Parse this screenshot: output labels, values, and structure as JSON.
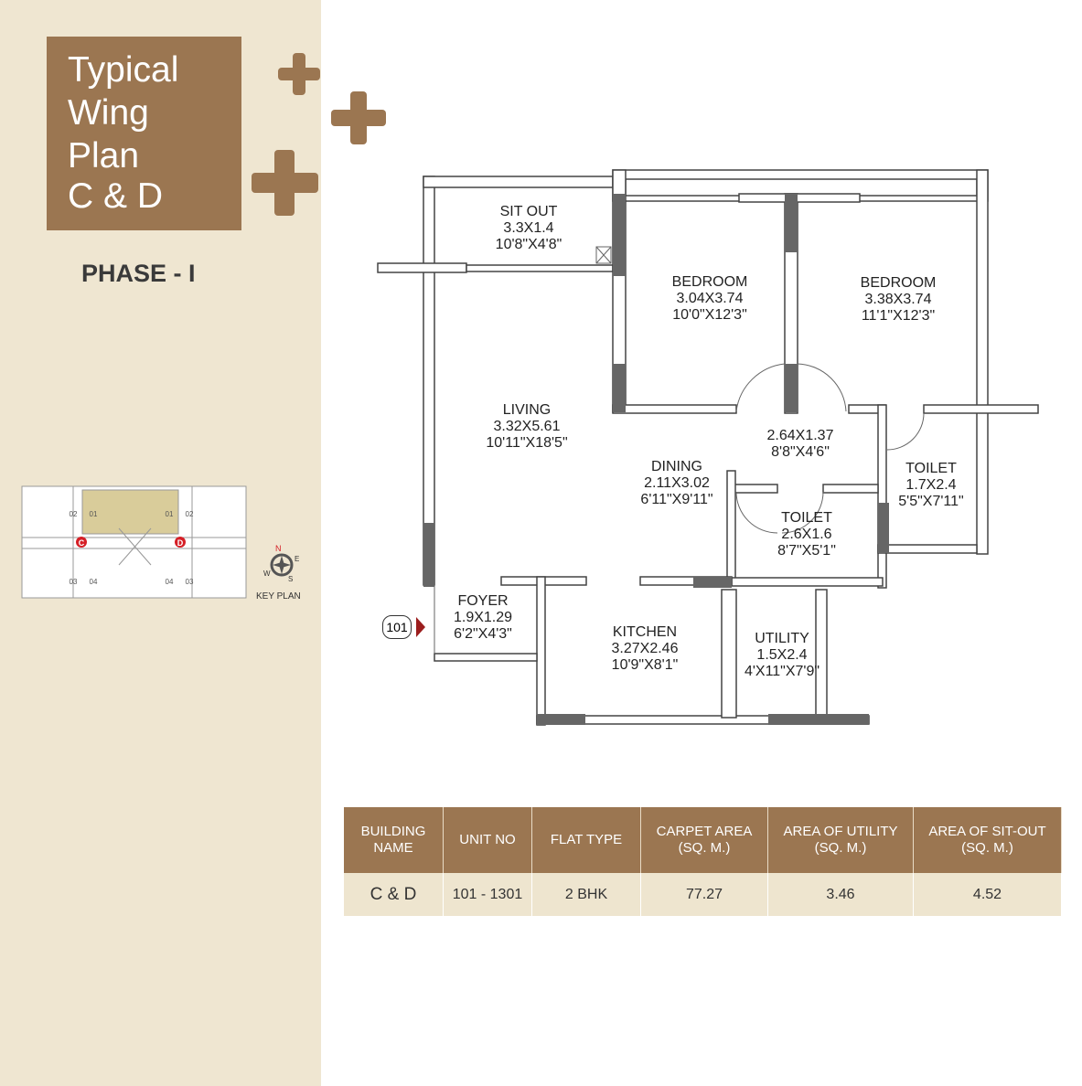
{
  "title": {
    "lines": [
      "Typical",
      "Wing",
      "Plan",
      "C & D"
    ]
  },
  "phase": "PHASE - I",
  "rooms": [
    {
      "name": "SIT OUT",
      "metric": "3.3X1.4",
      "imperial": "10'8\"X4'8\""
    },
    {
      "name": "BEDROOM",
      "metric": "3.04X3.74",
      "imperial": "10'0\"X12'3\""
    },
    {
      "name": "BEDROOM",
      "metric": "3.38X3.74",
      "imperial": "11'1\"X12'3\""
    },
    {
      "name": "LIVING",
      "metric": "3.32X5.61",
      "imperial": "10'11\"X18'5\""
    },
    {
      "name": "",
      "metric": "2.64X1.37",
      "imperial": "8'8\"X4'6\""
    },
    {
      "name": "DINING",
      "metric": "2.11X3.02",
      "imperial": "6'11\"X9'11\""
    },
    {
      "name": "TOILET",
      "metric": "1.7X2.4",
      "imperial": "5'5\"X7'11\""
    },
    {
      "name": "TOILET",
      "metric": "2.6X1.6",
      "imperial": "8'7\"X5'1\""
    },
    {
      "name": "FOYER",
      "metric": "1.9X1.29",
      "imperial": "6'2\"X4'3\""
    },
    {
      "name": "KITCHEN",
      "metric": "3.27X2.46",
      "imperial": "10'9\"X8'1\""
    },
    {
      "name": "UTILITY",
      "metric": "1.5X2.4",
      "imperial": "4'X11\"X7'9\""
    }
  ],
  "unit_tag": "101",
  "key_plan": {
    "label": "KEY PLAN",
    "markers": [
      "C",
      "D"
    ],
    "units": [
      "01",
      "02",
      "01",
      "02",
      "03",
      "04",
      "04",
      "03"
    ],
    "compass": [
      "N",
      "E",
      "W",
      "S"
    ]
  },
  "table": {
    "headers": [
      [
        "BUILDING",
        "NAME"
      ],
      [
        "UNIT NO",
        ""
      ],
      [
        "FLAT TYPE",
        ""
      ],
      [
        "CARPET AREA",
        "(SQ. M.)"
      ],
      [
        "AREA OF UTILITY",
        "(SQ. M.)"
      ],
      [
        "AREA OF SIT-OUT",
        "(SQ. M.)"
      ]
    ],
    "row": [
      "C & D",
      "101 - 1301",
      "2 BHK",
      "77.27",
      "3.46",
      "4.52"
    ]
  },
  "colors": {
    "brand": "#9b7651",
    "sidebar": "#efe6d1",
    "marker": "#d51f26"
  }
}
